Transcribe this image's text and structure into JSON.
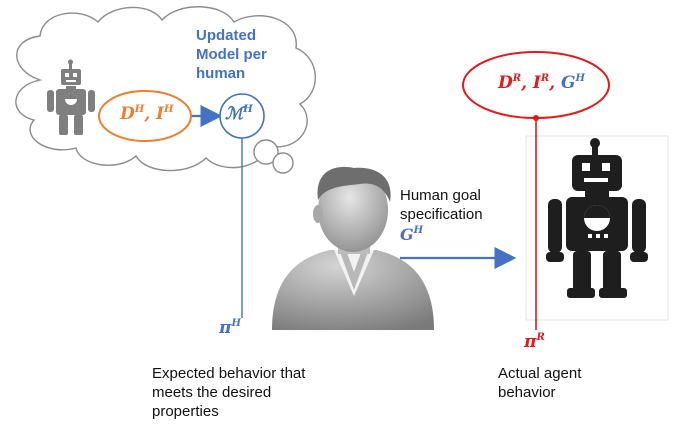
{
  "colors": {
    "human_model": "#4472c4",
    "human_spec": "#ed7d31",
    "robot_spec": "#e3191c",
    "thought_cloud": "#8c8c8c",
    "robot_gray": "#7f7f7f",
    "robot_dark": "#1e1e1e"
  },
  "icons": {
    "thinking_robot": "robot-icon",
    "person": "person-icon",
    "actual_robot": "robot-icon"
  },
  "thought": {
    "title_line1": "Updated",
    "title_line2": "Model per",
    "title_line3": "human",
    "human_ellipse": {
      "d": "D",
      "d_sup": "H",
      "sep": ", ",
      "i": "I",
      "i_sup": "H"
    },
    "model": {
      "sym": "ℳ",
      "sup": "H"
    }
  },
  "human_policy": {
    "sym": "π",
    "sup": "H"
  },
  "goal_spec": {
    "line1": "Human goal",
    "line2": "specification",
    "sym": "G",
    "sup": "H"
  },
  "robot_ellipse": {
    "d": "D",
    "d_sup": "R",
    "sep1": ", ",
    "i": "I",
    "i_sup": "R",
    "sep2": ", ",
    "g": "G",
    "g_sup": "H"
  },
  "robot_policy": {
    "sym": "π",
    "sup": "R"
  },
  "captions": {
    "expected_line1": "Expected behavior that",
    "expected_line2": "meets the desired",
    "expected_line3": "properties",
    "actual_line1": "Actual agent",
    "actual_line2": "behavior"
  }
}
